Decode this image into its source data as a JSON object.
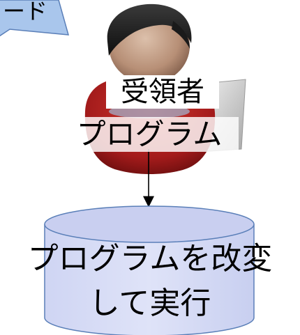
{
  "callout": {
    "text": "ード"
  },
  "recipient": {
    "label": "受領者"
  },
  "program": {
    "label": "プログラム"
  },
  "action": {
    "line1": "プログラムを改変",
    "line2": "して実行"
  },
  "colors": {
    "callout_fill": "#a9c6ec",
    "cylinder_fill": "#d8ddf6",
    "cylinder_stroke": "#5a7fb8",
    "shirt": "#a31b1b",
    "hair": "#1a1a1a",
    "skin": "#c9a48a",
    "laptop": "#d9d9d9",
    "arrow": "#000000"
  }
}
